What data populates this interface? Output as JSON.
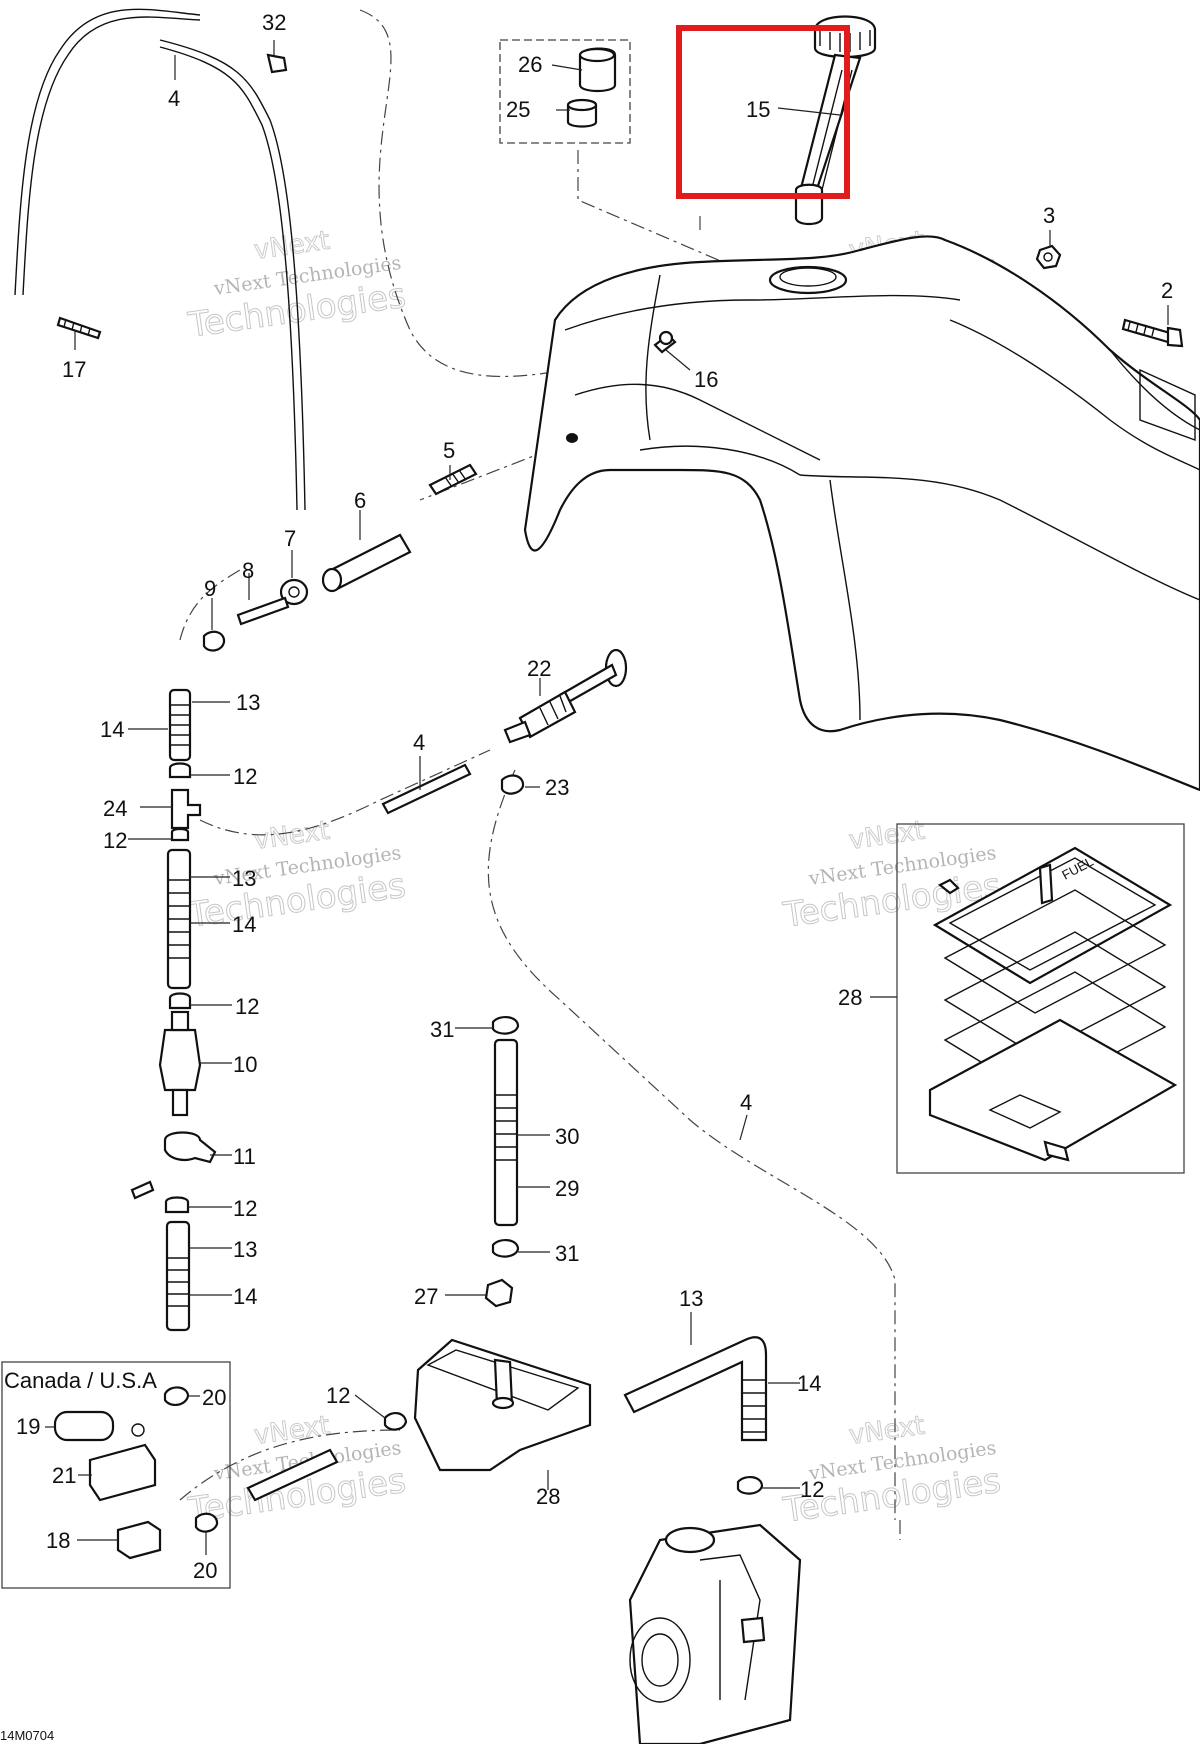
{
  "diagram": {
    "drawing_code": "14M0704",
    "region_box_label": "Canada / U.S.A",
    "highlight_color": "#e01c1c",
    "watermark_line1": "vNext Technologies",
    "watermark_line2": "Technologies",
    "watermark_ghost": "vNext",
    "labels": {
      "p32": "32",
      "p4a": "4",
      "p17": "17",
      "p26": "26",
      "p25": "25",
      "p15": "15",
      "p3": "3",
      "p2": "2",
      "p16": "16",
      "p5": "5",
      "p6": "6",
      "p7": "7",
      "p8": "8",
      "p9": "9",
      "p13a": "13",
      "p14a": "14",
      "p22": "22",
      "p12a": "12",
      "p4b": "4",
      "p23": "23",
      "p24": "24",
      "p12b": "12",
      "p13b": "13",
      "p14b": "14",
      "p12c": "12",
      "p10": "10",
      "p31a": "31",
      "p28a": "28",
      "p4c": "4",
      "p30": "30",
      "p11": "11",
      "p29": "29",
      "p12d": "12",
      "p31b": "31",
      "p13c": "13",
      "p14c": "14",
      "p27": "27",
      "p13d": "13",
      "p14d": "14",
      "p20a": "20",
      "p12e": "12",
      "p19": "19",
      "p12f": "12",
      "p21": "21",
      "p28b": "28",
      "p18": "18",
      "p20b": "20"
    }
  }
}
